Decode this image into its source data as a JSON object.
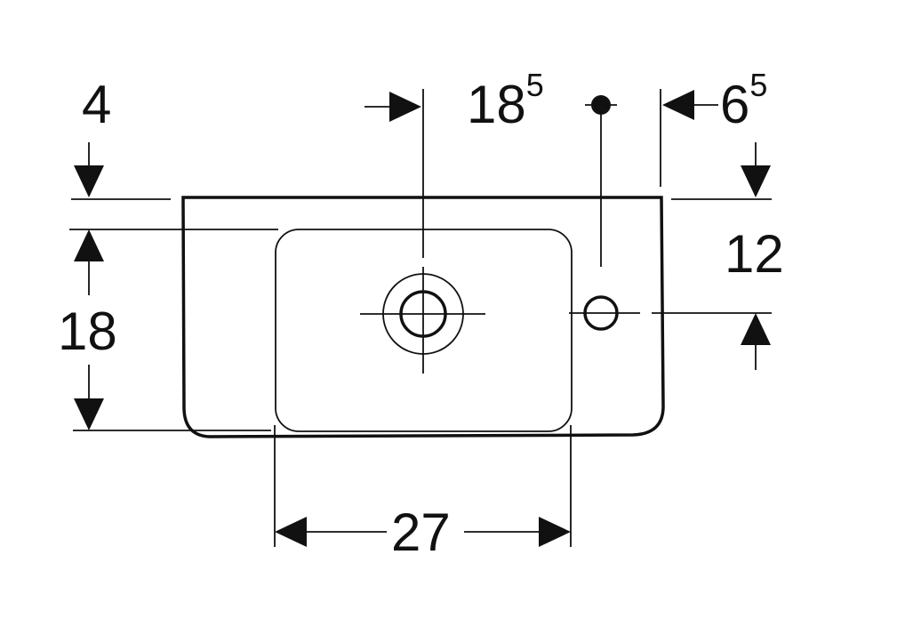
{
  "dimensions": {
    "top_margin": "4",
    "drain_offset_main": "18",
    "drain_offset_sup": "5",
    "tap_edge_main": "6",
    "tap_edge_sup": "5",
    "bowl_depth": "18",
    "tap_from_top": "12",
    "bowl_width": "27"
  },
  "colors": {
    "line": "#111111",
    "background": "#ffffff"
  }
}
